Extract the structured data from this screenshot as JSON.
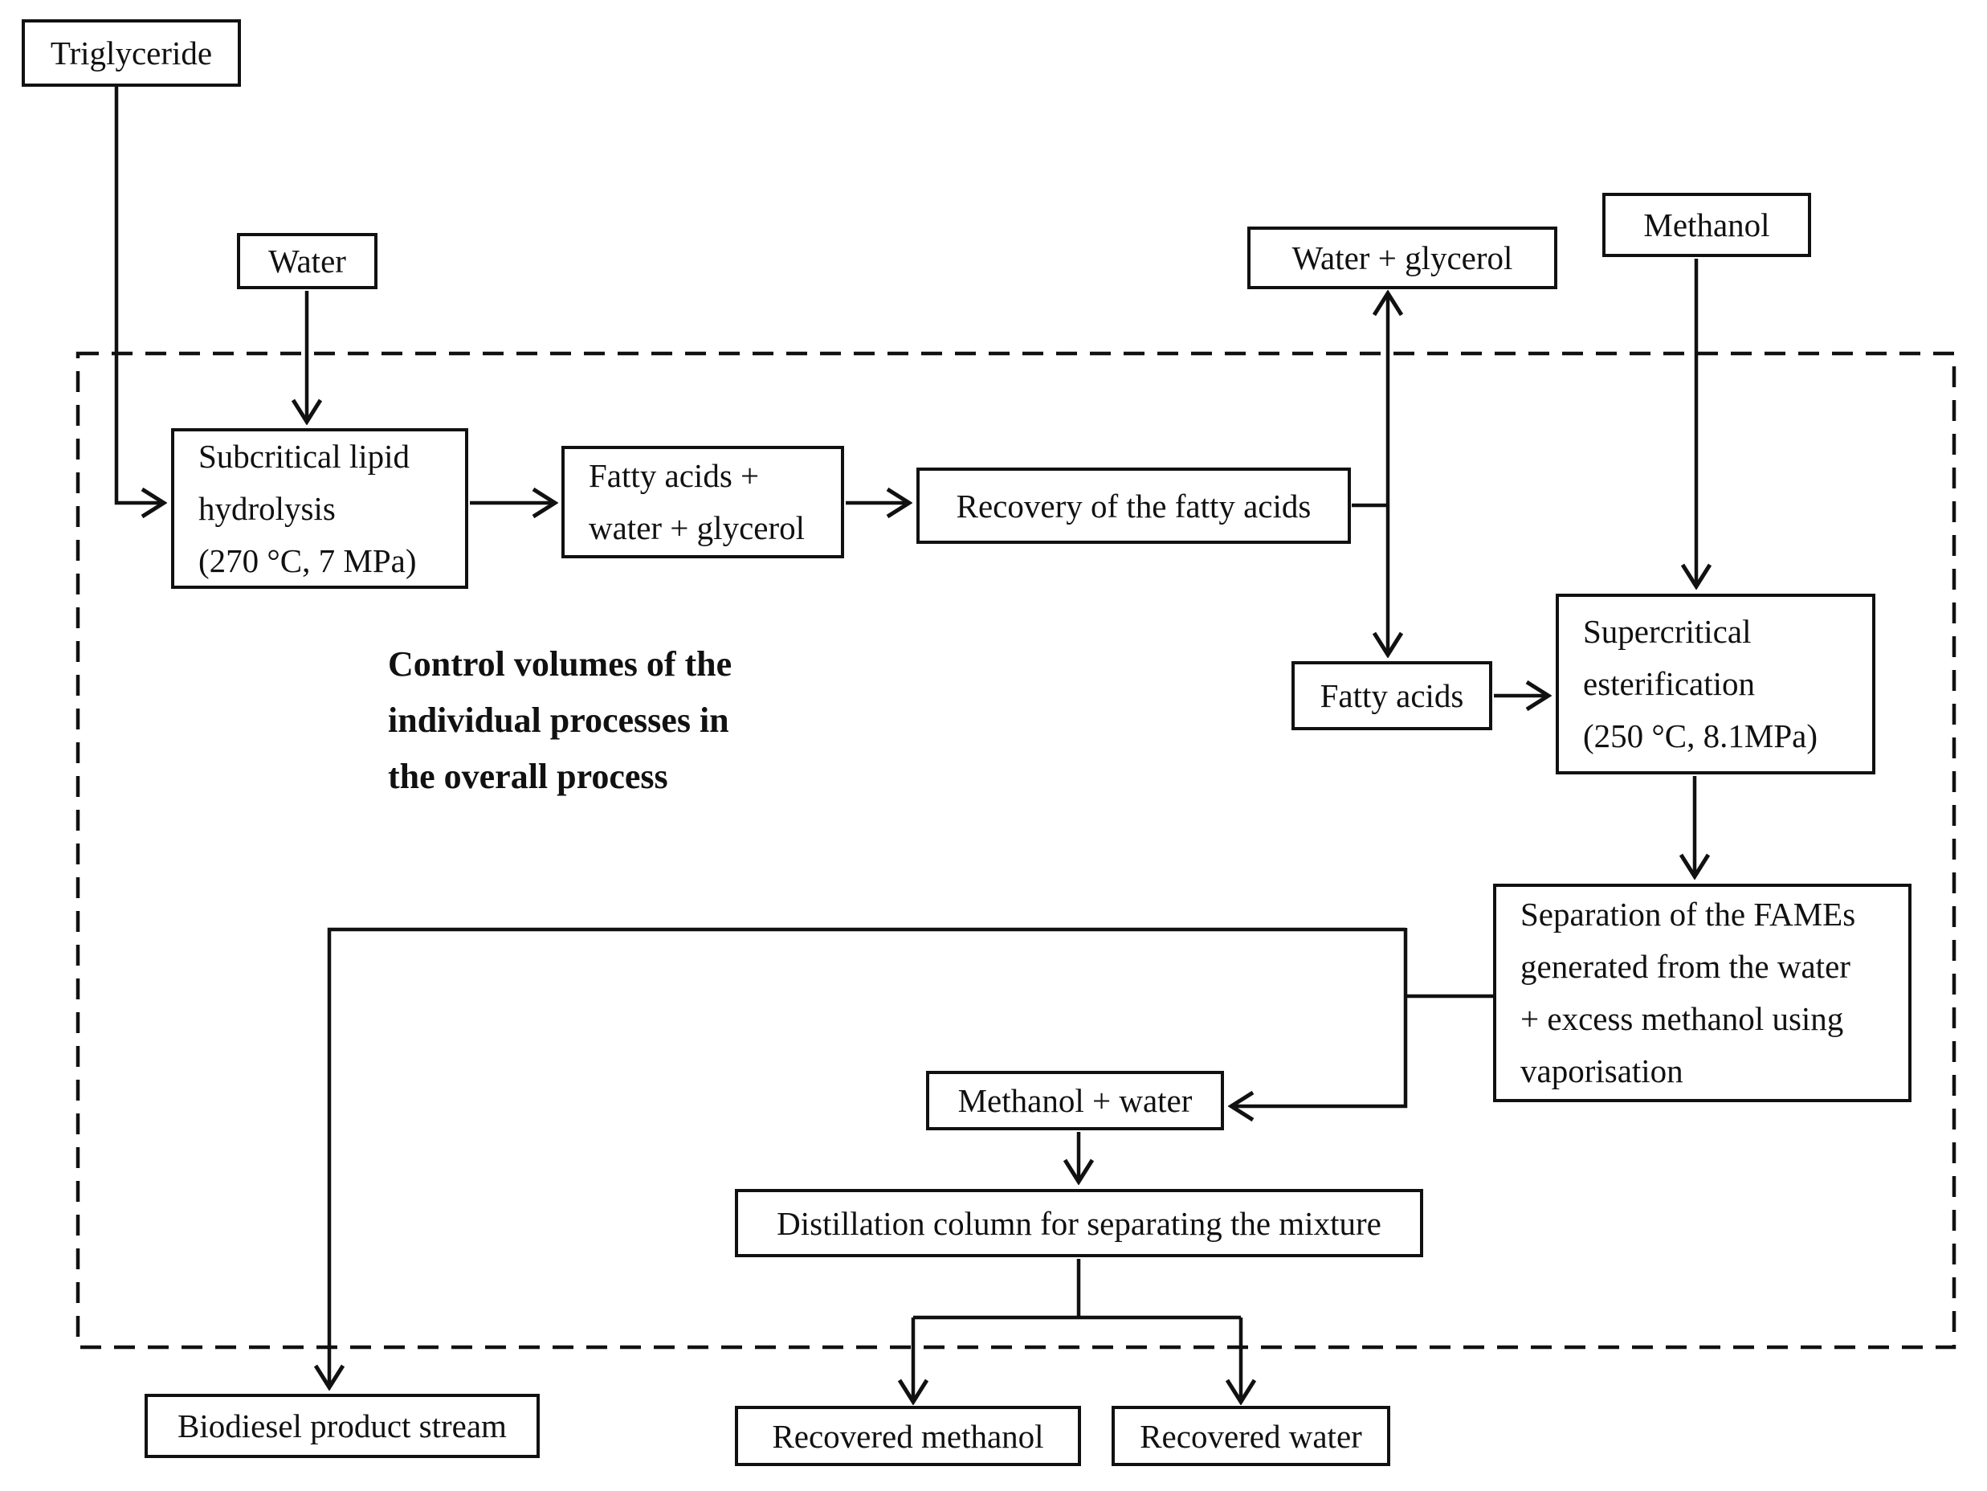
{
  "diagram": {
    "caption": {
      "lines": [
        "Control volumes of the",
        "individual processes in",
        "the overall process"
      ]
    },
    "colors": {
      "ink": "#111111",
      "background": "#ffffff"
    },
    "nodes": {
      "triglyceride": {
        "label": "Triglyceride"
      },
      "water": {
        "label": "Water"
      },
      "subcritical_hydrolysis": {
        "lines": [
          "Subcritical lipid",
          "hydrolysis",
          "(270 °C, 7 MPa)"
        ]
      },
      "fatty_acids_water_glycerol": {
        "lines": [
          "Fatty acids +",
          "water + glycerol"
        ]
      },
      "recovery_fatty_acids": {
        "label": "Recovery of the fatty acids"
      },
      "water_glycerol": {
        "label": "Water + glycerol"
      },
      "methanol": {
        "label": "Methanol"
      },
      "fatty_acids": {
        "label": "Fatty acids"
      },
      "supercritical_esterification": {
        "lines": [
          "Supercritical",
          "esterification",
          "(250 °C, 8.1MPa)"
        ]
      },
      "separation_fames": {
        "lines": [
          "Separation of the FAMEs",
          "generated from the water",
          "+ excess methanol using",
          "vaporisation"
        ]
      },
      "methanol_water": {
        "label": "Methanol + water"
      },
      "distillation_column": {
        "label": "Distillation column for separating the mixture"
      },
      "biodiesel_product": {
        "label": "Biodiesel product stream"
      },
      "recovered_methanol": {
        "label": "Recovered methanol"
      },
      "recovered_water": {
        "label": "Recovered water"
      }
    }
  }
}
